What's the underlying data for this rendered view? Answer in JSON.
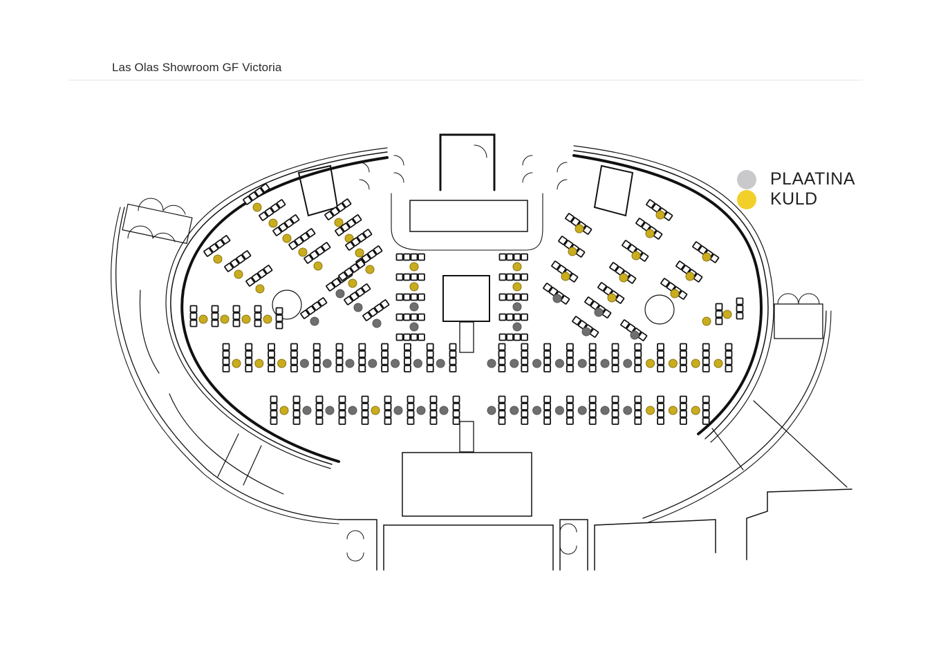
{
  "page": {
    "title": "Las Olas Showroom GF Victoria"
  },
  "legend": {
    "items": [
      {
        "label": "PLAATINA",
        "color": "#c9c9cc"
      },
      {
        "label": "KULD",
        "color": "#f3cf2a"
      }
    ]
  },
  "colors": {
    "platinum_table": "#6f6f6f",
    "gold_table": "#c9ad1e",
    "gold_table_stroke": "#8a7410",
    "wall": "#111111",
    "chair": "#111111"
  },
  "seating": {
    "front_row_left": [
      "gold",
      "gold",
      "gold",
      "plat",
      "plat",
      "plat",
      "plat",
      "plat",
      "plat",
      "plat"
    ],
    "front_row_right": [
      "plat",
      "plat",
      "plat",
      "plat",
      "plat",
      "plat",
      "plat",
      "gold",
      "gold",
      "gold",
      "gold"
    ],
    "back_row_left": [
      "gold",
      "plat",
      "plat",
      "plat",
      "gold",
      "plat",
      "plat",
      "plat"
    ],
    "back_row_right": [
      "plat",
      "plat",
      "plat",
      "plat",
      "plat",
      "plat",
      "plat",
      "gold",
      "gold",
      "gold"
    ],
    "center_left_column": [
      "gold",
      "gold",
      "plat",
      "plat"
    ],
    "center_right_column": [
      "gold",
      "gold",
      "plat",
      "plat"
    ],
    "left_side_row": [
      "gold",
      "gold",
      "gold",
      "gold"
    ],
    "right_side_row": [
      "gold",
      "gold"
    ]
  }
}
